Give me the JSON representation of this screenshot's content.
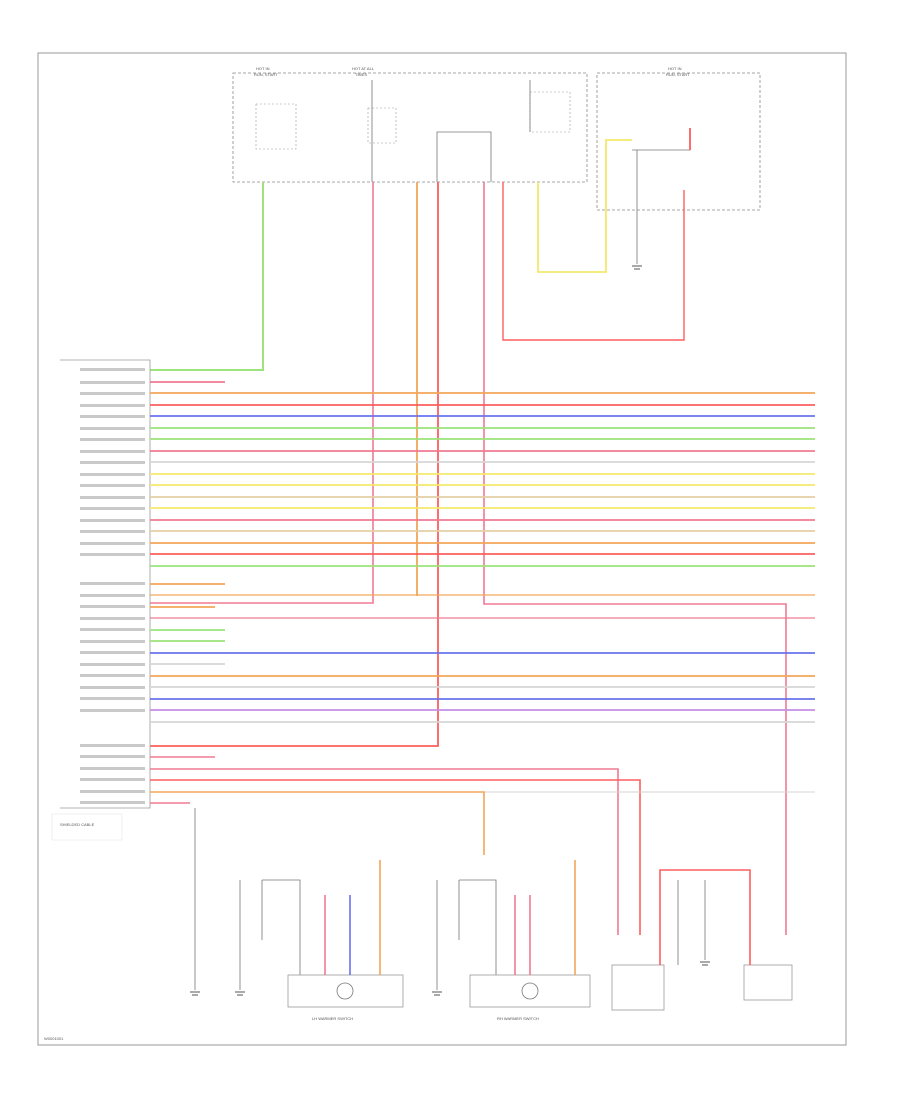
{
  "footer_code": "W0001001",
  "fuse_blocks": {
    "hot_run_left": [
      "HOT IN",
      "RUN, START"
    ],
    "hot_at_all_times": [
      "HOT AT ALL",
      "TIMES"
    ],
    "hot_run_right": [
      "HOT IN",
      "RUN, START"
    ]
  },
  "wire_colors": {
    "GRN": "#9be37a",
    "PNK": "#f07a92",
    "ORG": "#f2a65a",
    "BLU": "#6a72ee",
    "RED": "#ff5e5e",
    "YEL": "#f5e96b",
    "TAN": "#e3cfa3",
    "GRY": "#d6d6d6",
    "VIO": "#c58ee6"
  },
  "switches": {
    "left": "LH WARMER SWITCH",
    "right": "RH WARMER SWITCH"
  },
  "notes": {
    "shielded": "SHIELDED CABLE"
  }
}
